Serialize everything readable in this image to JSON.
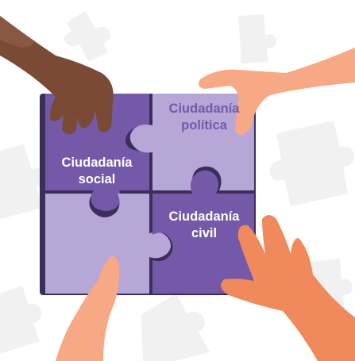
{
  "pieces": {
    "top_right": {
      "line1": "Ciudadanía",
      "line2": "política"
    },
    "top_left": {
      "line1": "Ciudadanía",
      "line2": "social"
    },
    "bottom_right": {
      "line1": "Ciudadanía",
      "line2": "civil"
    }
  },
  "colors": {
    "dark_purple": "#7459a8",
    "light_purple": "#b6a7d6",
    "outline": "#3b2e5a",
    "skin_dark": "#7a4a35",
    "skin_light": "#f7a884",
    "skin_orange": "#f08a5d",
    "background_piece": "#f1f1f1"
  }
}
